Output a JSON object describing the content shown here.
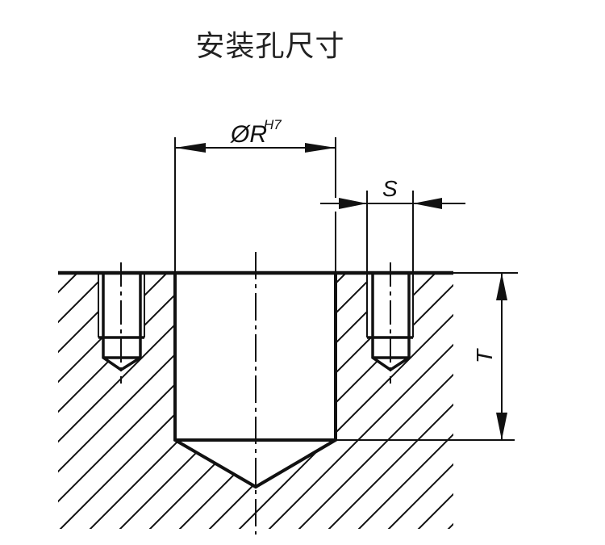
{
  "title": "安装孔尺寸",
  "dimensions": {
    "diameter_label": "ØR",
    "diameter_tolerance": "H7",
    "spacing_label": "S",
    "depth_label": "T"
  },
  "colors": {
    "line": "#111111",
    "background": "#ffffff"
  }
}
